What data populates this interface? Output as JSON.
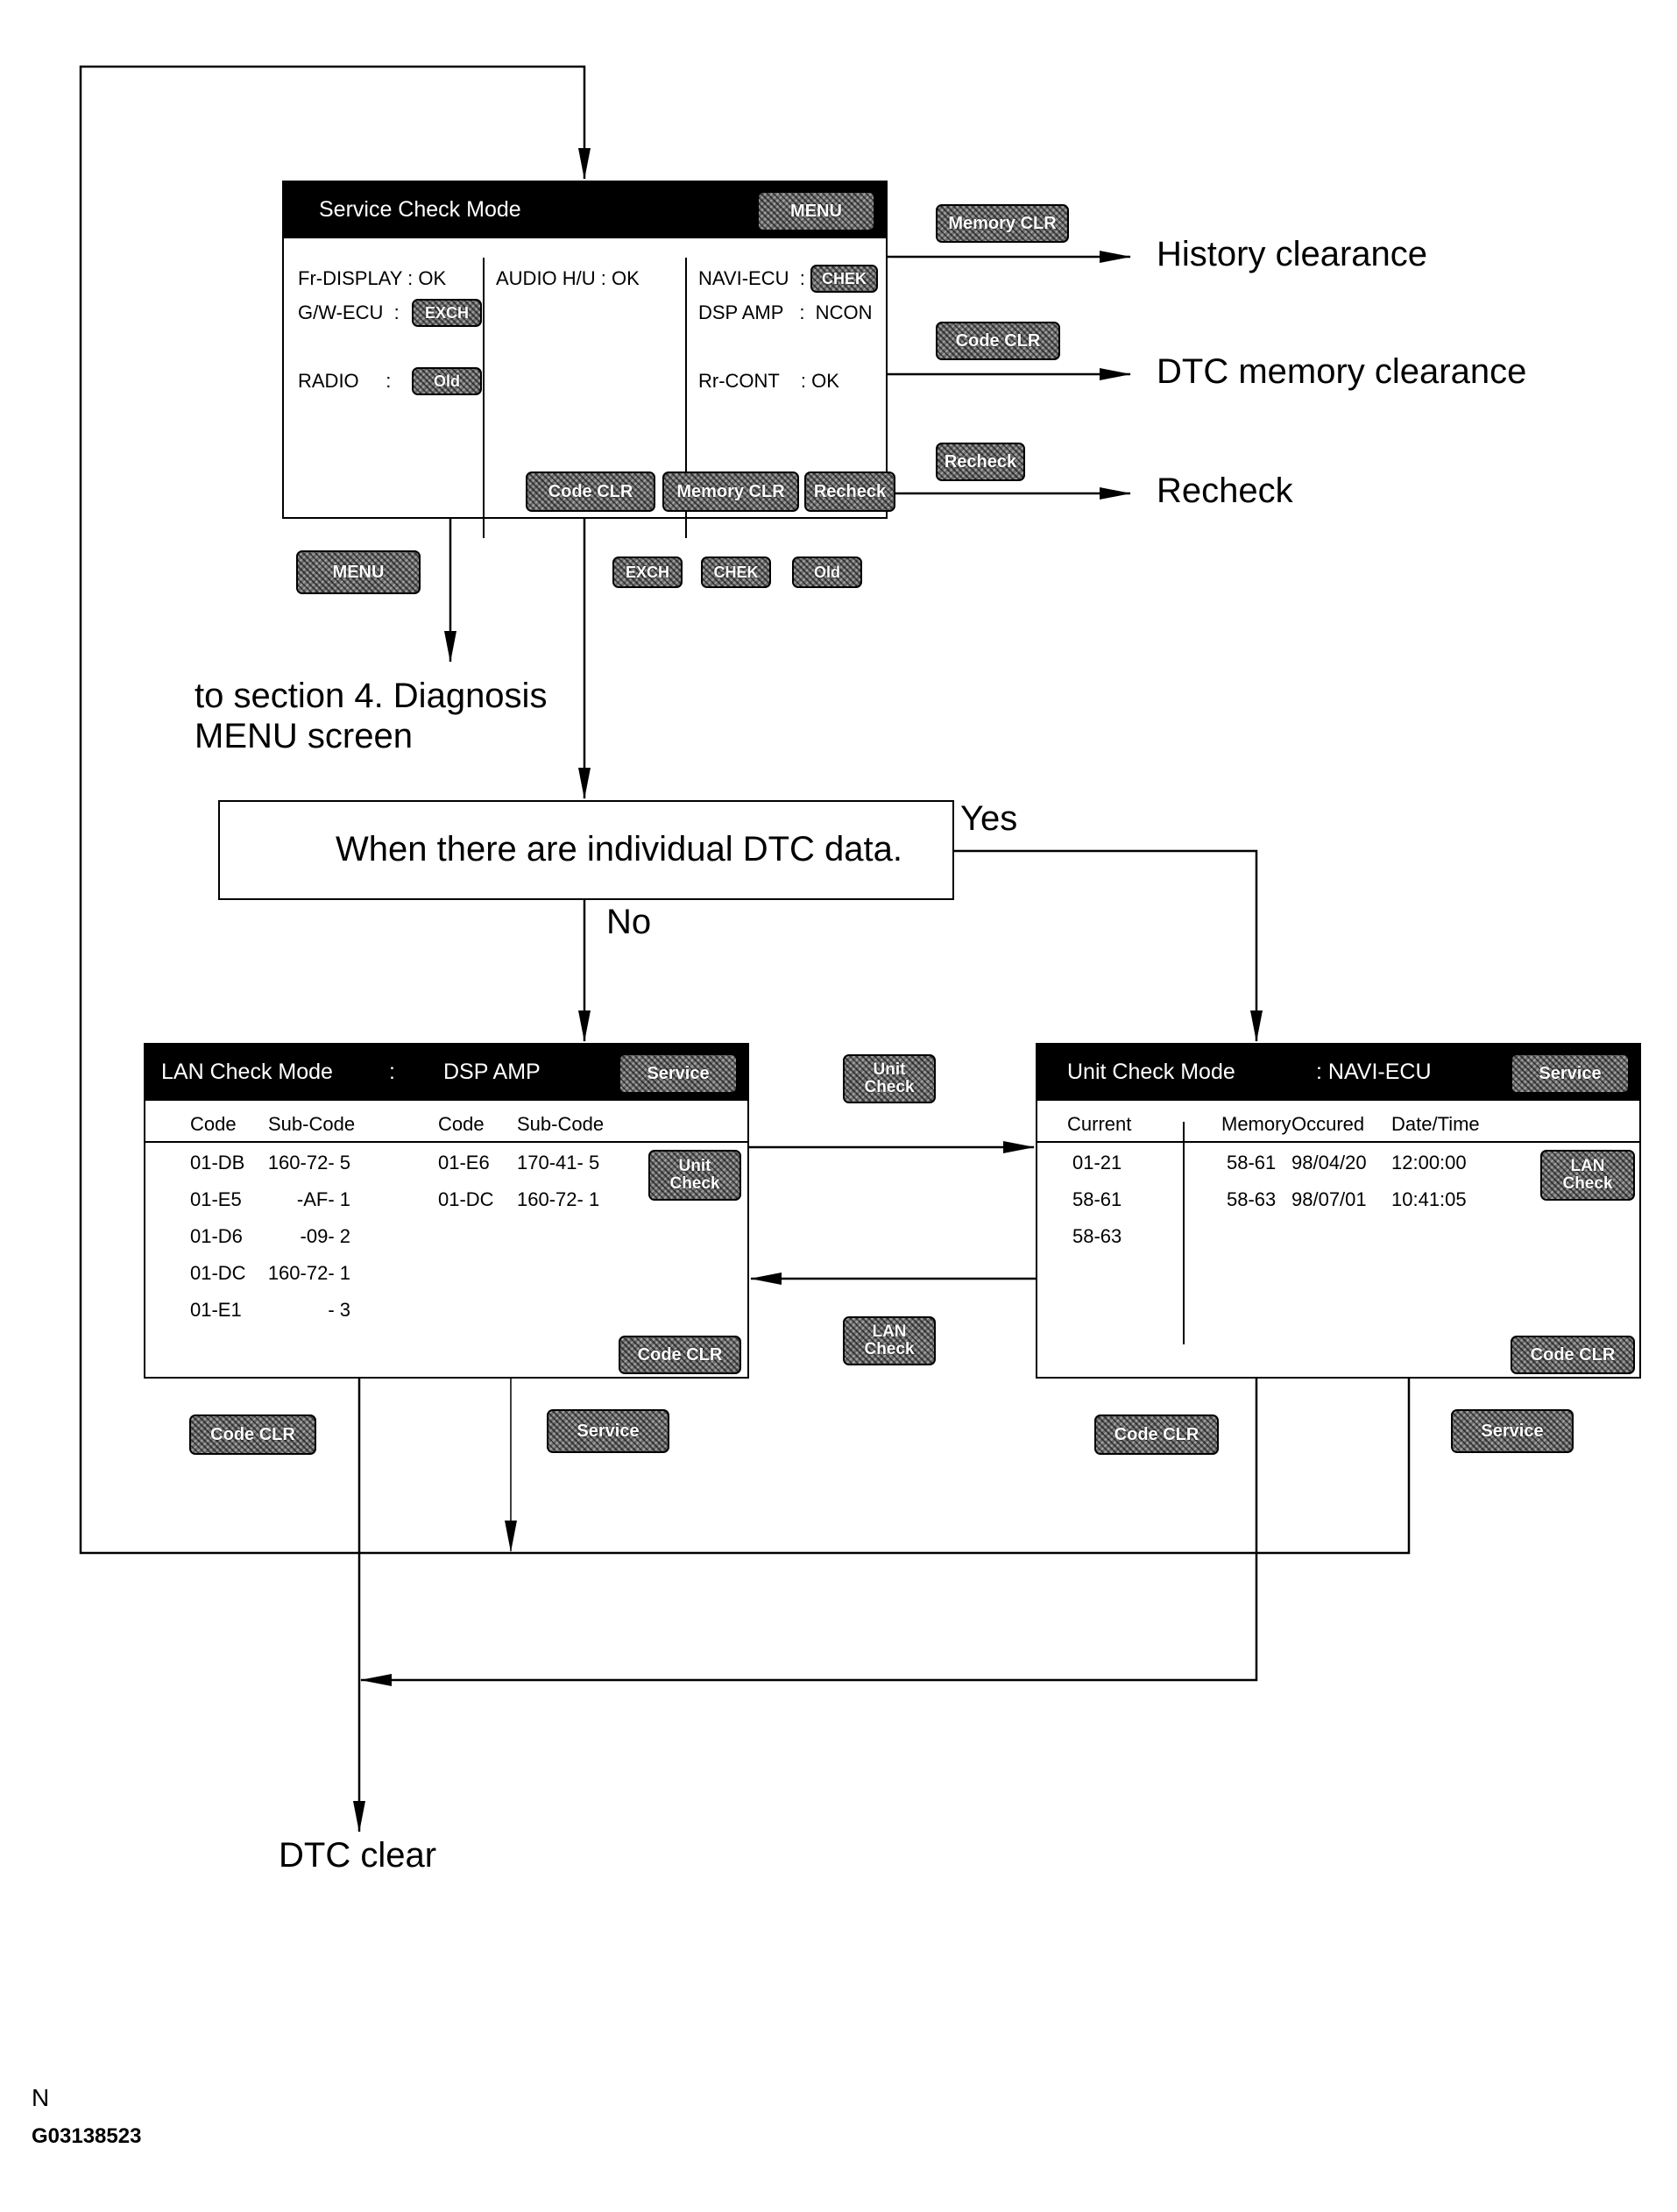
{
  "service_panel": {
    "title": "Service Check Mode",
    "menu_button": "MENU",
    "items": {
      "fr_display": "Fr-DISPLAY : OK",
      "gw_ecu_label": "G/W-ECU  :",
      "gw_ecu_button": "EXCH",
      "radio_label": "RADIO     :",
      "radio_button": "Old",
      "audio_hu": "AUDIO H/U : OK",
      "navi_ecu_label": "NAVI-ECU  :",
      "navi_ecu_button": "CHEK",
      "dsp_amp": "DSP AMP   :  NCON",
      "rr_cont": "Rr-CONT    : OK"
    },
    "buttons": {
      "code_clr": "Code CLR",
      "memory_clr": "Memory CLR",
      "recheck": "Recheck"
    }
  },
  "right_actions": [
    {
      "button": "Memory CLR",
      "result": "History clearance"
    },
    {
      "button": "Code CLR",
      "result": "DTC memory clearance"
    },
    {
      "button": "Recheck",
      "result": "Recheck"
    }
  ],
  "below_service": {
    "menu_button": "MENU",
    "menu_target_line1": "to section 4. Diagnosis",
    "menu_target_line2": "MENU screen",
    "status_buttons": [
      "EXCH",
      "CHEK",
      "Old"
    ]
  },
  "decision": {
    "text": "When there are individual DTC data.",
    "yes_label": "Yes",
    "no_label": "No"
  },
  "lan_panel": {
    "title": "LAN Check Mode",
    "separator": ":",
    "unit": "DSP AMP",
    "service_button": "Service",
    "unit_check_button": "Unit\nCheck",
    "code_clr_button": "Code CLR",
    "headers": [
      "Code",
      "Sub-Code",
      "Code",
      "Sub-Code"
    ],
    "left_rows": [
      {
        "code": "01-DB",
        "sub": "160-72- 5"
      },
      {
        "code": "01-E5",
        "sub": "-AF- 1"
      },
      {
        "code": "01-D6",
        "sub": "-09- 2"
      },
      {
        "code": "01-DC",
        "sub": "160-72- 1"
      },
      {
        "code": "01-E1",
        "sub": "- 3"
      }
    ],
    "right_rows": [
      {
        "code": "01-E6",
        "sub": "170-41- 5"
      },
      {
        "code": "01-DC",
        "sub": "160-72- 1"
      }
    ]
  },
  "between_panels": {
    "unit_check_button": "Unit\nCheck",
    "lan_check_button": "LAN\nCheck"
  },
  "unit_panel": {
    "title": "Unit Check Mode",
    "unit": ": NAVI-ECU",
    "service_button": "Service",
    "lan_check_button": "LAN\nCheck",
    "code_clr_button": "Code CLR",
    "headers": {
      "current": "Current",
      "memory": "Memory",
      "occured": "Occured",
      "datetime": "Date/Time"
    },
    "current_rows": [
      "01-21",
      "58-61",
      "58-63"
    ],
    "memory_rows": [
      {
        "code": "58-61",
        "date": "98/04/20",
        "time": "12:00:00"
      },
      {
        "code": "58-63",
        "date": "98/07/01",
        "time": "10:41:05"
      }
    ]
  },
  "below_panels": {
    "lan_code_clr": "Code CLR",
    "lan_service": "Service",
    "unit_code_clr": "Code CLR",
    "unit_service": "Service"
  },
  "dtc_clear_label": "DTC clear",
  "footer": {
    "mark": "N",
    "figure_id": "G03138523"
  }
}
